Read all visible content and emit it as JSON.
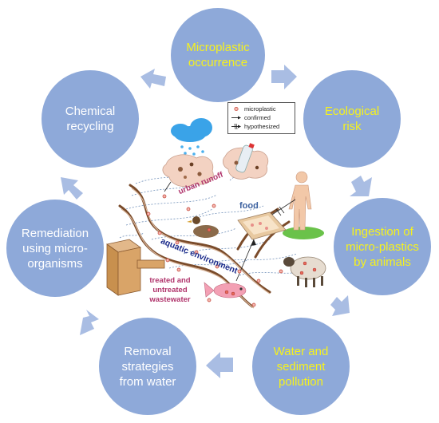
{
  "cycle": {
    "microplastic_occurrence": "Microplastic occurrence",
    "ecological_risk": "Ecological risk",
    "ingestion": "Ingestion of micro-plastics by animals",
    "water_sediment": "Water and sediment pollution",
    "removal": "Removal strategies from water",
    "remediation": "Remediation using micro-organisms",
    "chemical_recycling": "Chemical recycling"
  },
  "legend": {
    "microplastic": "microplastic",
    "confirmed": "confirmed",
    "hypothesized": "hypothesized"
  },
  "labels": {
    "urban_runoff": "urban runoff",
    "food": "food",
    "aquatic_environment": "aquatic environment",
    "wastewater": "treated and untreated wastewater"
  },
  "colors": {
    "circle": "#8ea9d9",
    "arrow": "#a9bde3",
    "highlight_text": "#f5f11e",
    "urban_runoff": "#b0336b",
    "food": "#3a5f9e",
    "aquatic": "#1a2a8a",
    "wastewater": "#b0336b"
  }
}
